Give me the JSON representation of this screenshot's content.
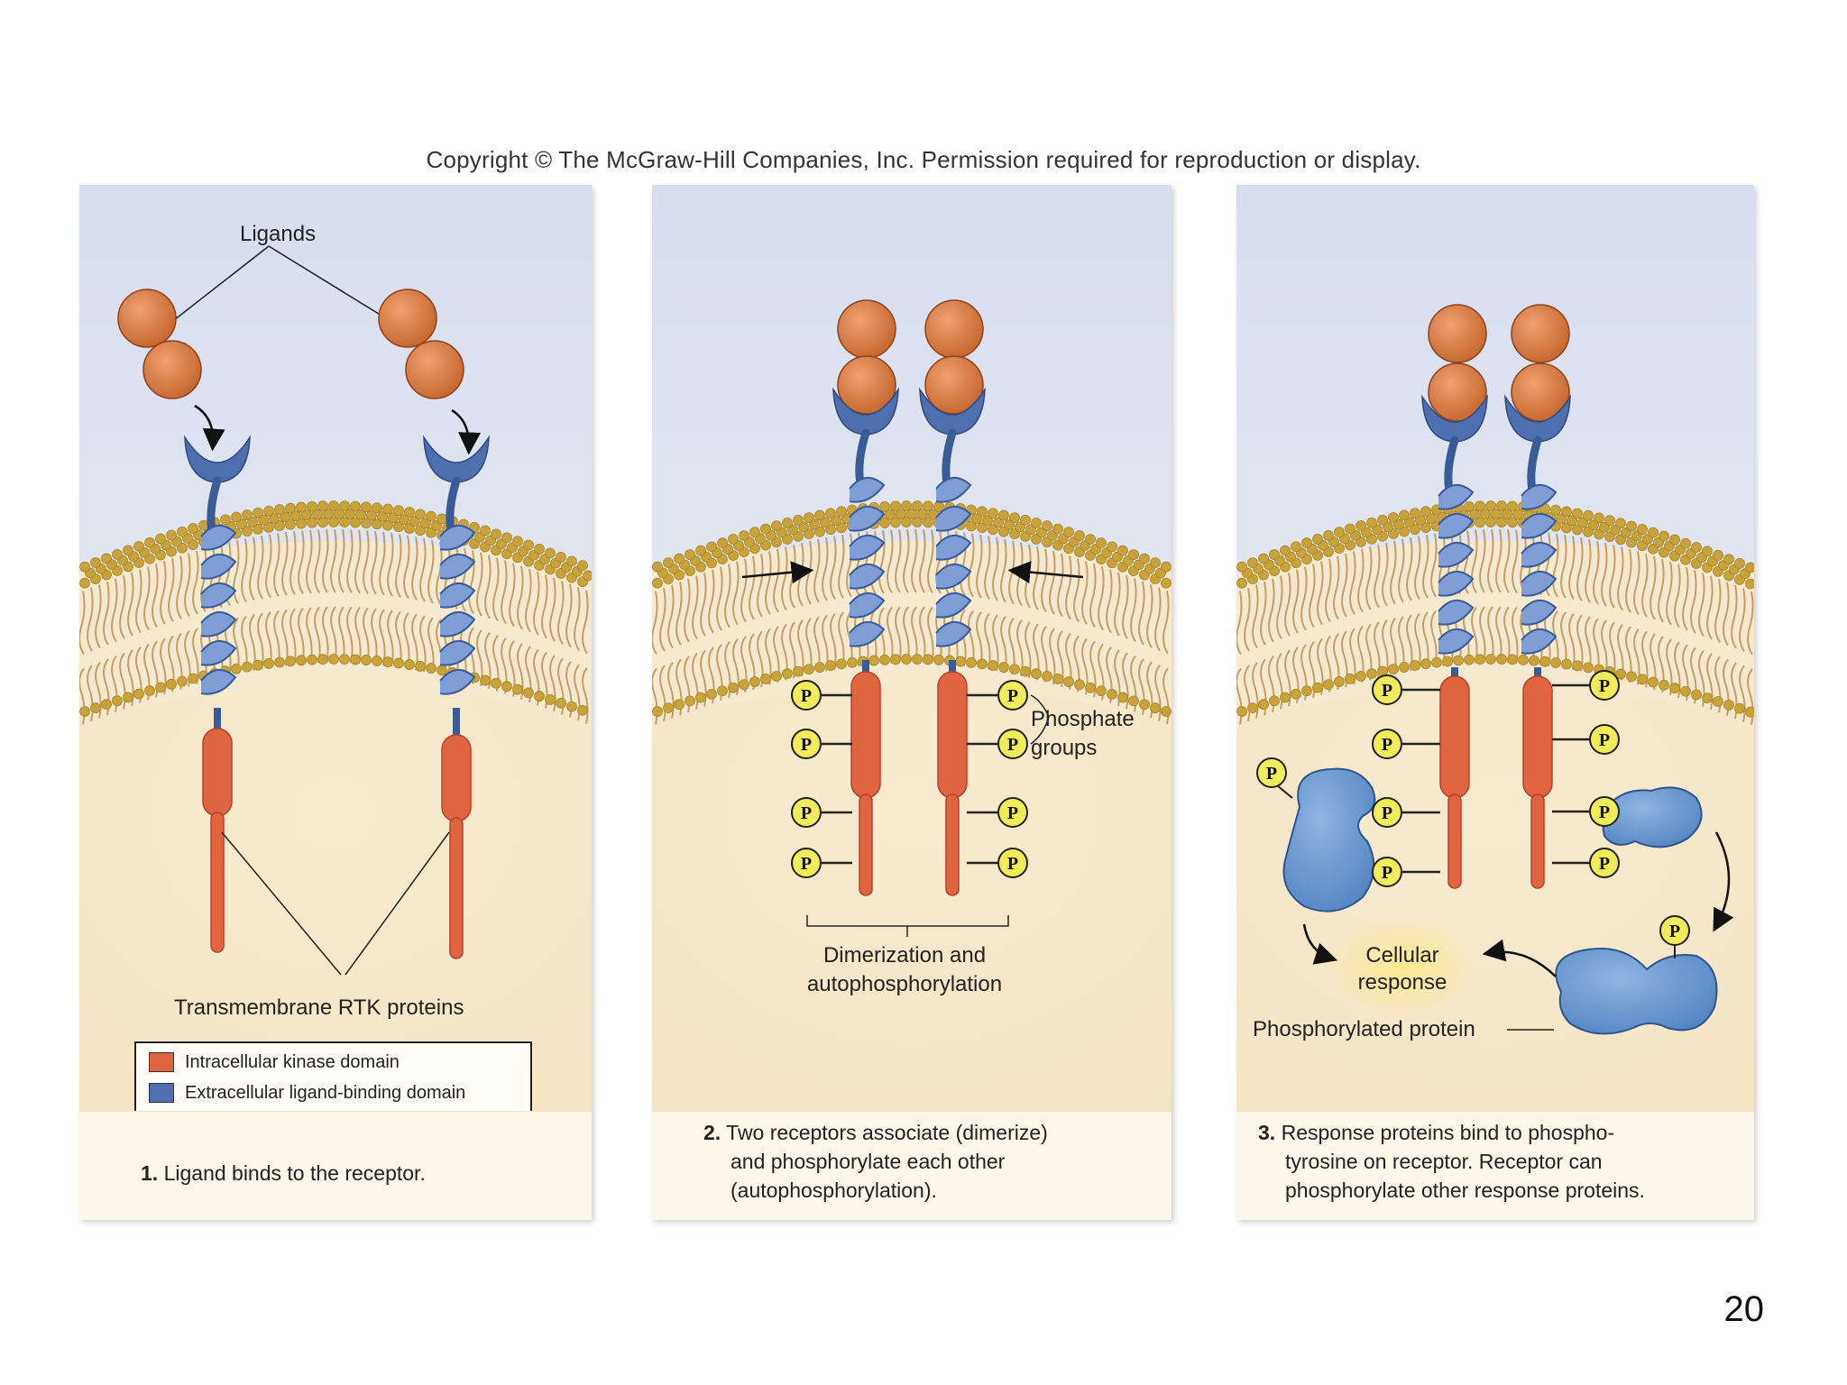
{
  "header": {
    "copyright": "Copyright © The McGraw-Hill Companies, Inc. Permission required for reproduction or display."
  },
  "slide": {
    "number": "20"
  },
  "colors": {
    "ligand": "#c4652c",
    "receptor_extracellular": "#4d6fae",
    "receptor_kinase": "#e0643f",
    "membrane_head": "#c9a23b",
    "membrane_tail": "#b98c4a",
    "phosphate_fill": "#f0ec5a",
    "response_protein": "#4d7fbf",
    "cytoplasm": "#f3e5c3",
    "extracellular": "#dde3f0"
  },
  "panels": [
    {
      "step_number": "1.",
      "caption": "Ligand binds to the receptor.",
      "labels": {
        "ligands": "Ligands",
        "proteins": "Transmembrane RTK proteins"
      },
      "legend": [
        {
          "label": "Intracellular kinase domain",
          "color": "#e0643f"
        },
        {
          "label": "Extracellular ligand-binding domain",
          "color": "#4d6fae"
        }
      ]
    },
    {
      "step_number": "2.",
      "caption_lines": [
        "Two receptors associate (dimerize)",
        "and phosphorylate each other",
        "(autophosphorylation)."
      ],
      "labels": {
        "phosphate_line1": "Phosphate",
        "phosphate_line2": "groups",
        "dimer_line1": "Dimerization and",
        "dimer_line2": "autophosphorylation"
      },
      "phosphate_symbol": "P"
    },
    {
      "step_number": "3.",
      "caption_lines": [
        "Response proteins bind to phospho-",
        "tyrosine on receptor. Receptor can",
        "phosphorylate other response proteins."
      ],
      "labels": {
        "cellular_line1": "Cellular",
        "cellular_line2": "response",
        "phosphorylated": "Phosphorylated protein"
      },
      "phosphate_symbol": "P"
    }
  ]
}
